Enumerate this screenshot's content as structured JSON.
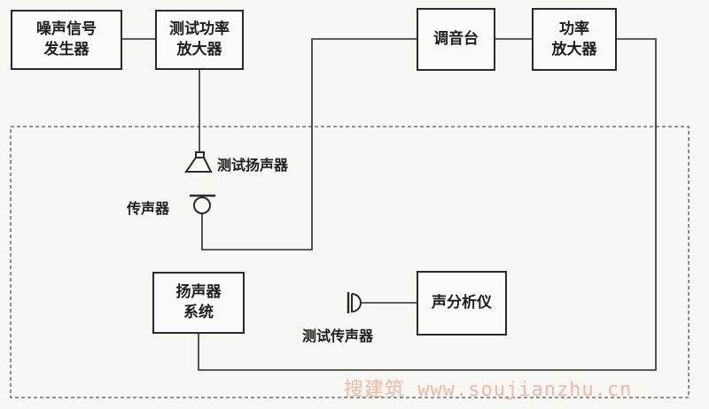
{
  "blocks": {
    "noise_generator": "噪声信号\n发生器",
    "test_power_amp": "测试功率\n放大器",
    "mixer": "调音台",
    "power_amp": "功率\n放大器",
    "speaker_system": "扬声器\n系统",
    "sound_analyzer": "声分析仪"
  },
  "labels": {
    "test_speaker": "测试扬声器",
    "microphone": "传声器",
    "test_microphone": "测试传声器"
  },
  "watermark": "搜建筑 www.soujianzhu.cn",
  "colors": {
    "line": "#2a2a2a",
    "watermark": "#f2b7a6"
  }
}
